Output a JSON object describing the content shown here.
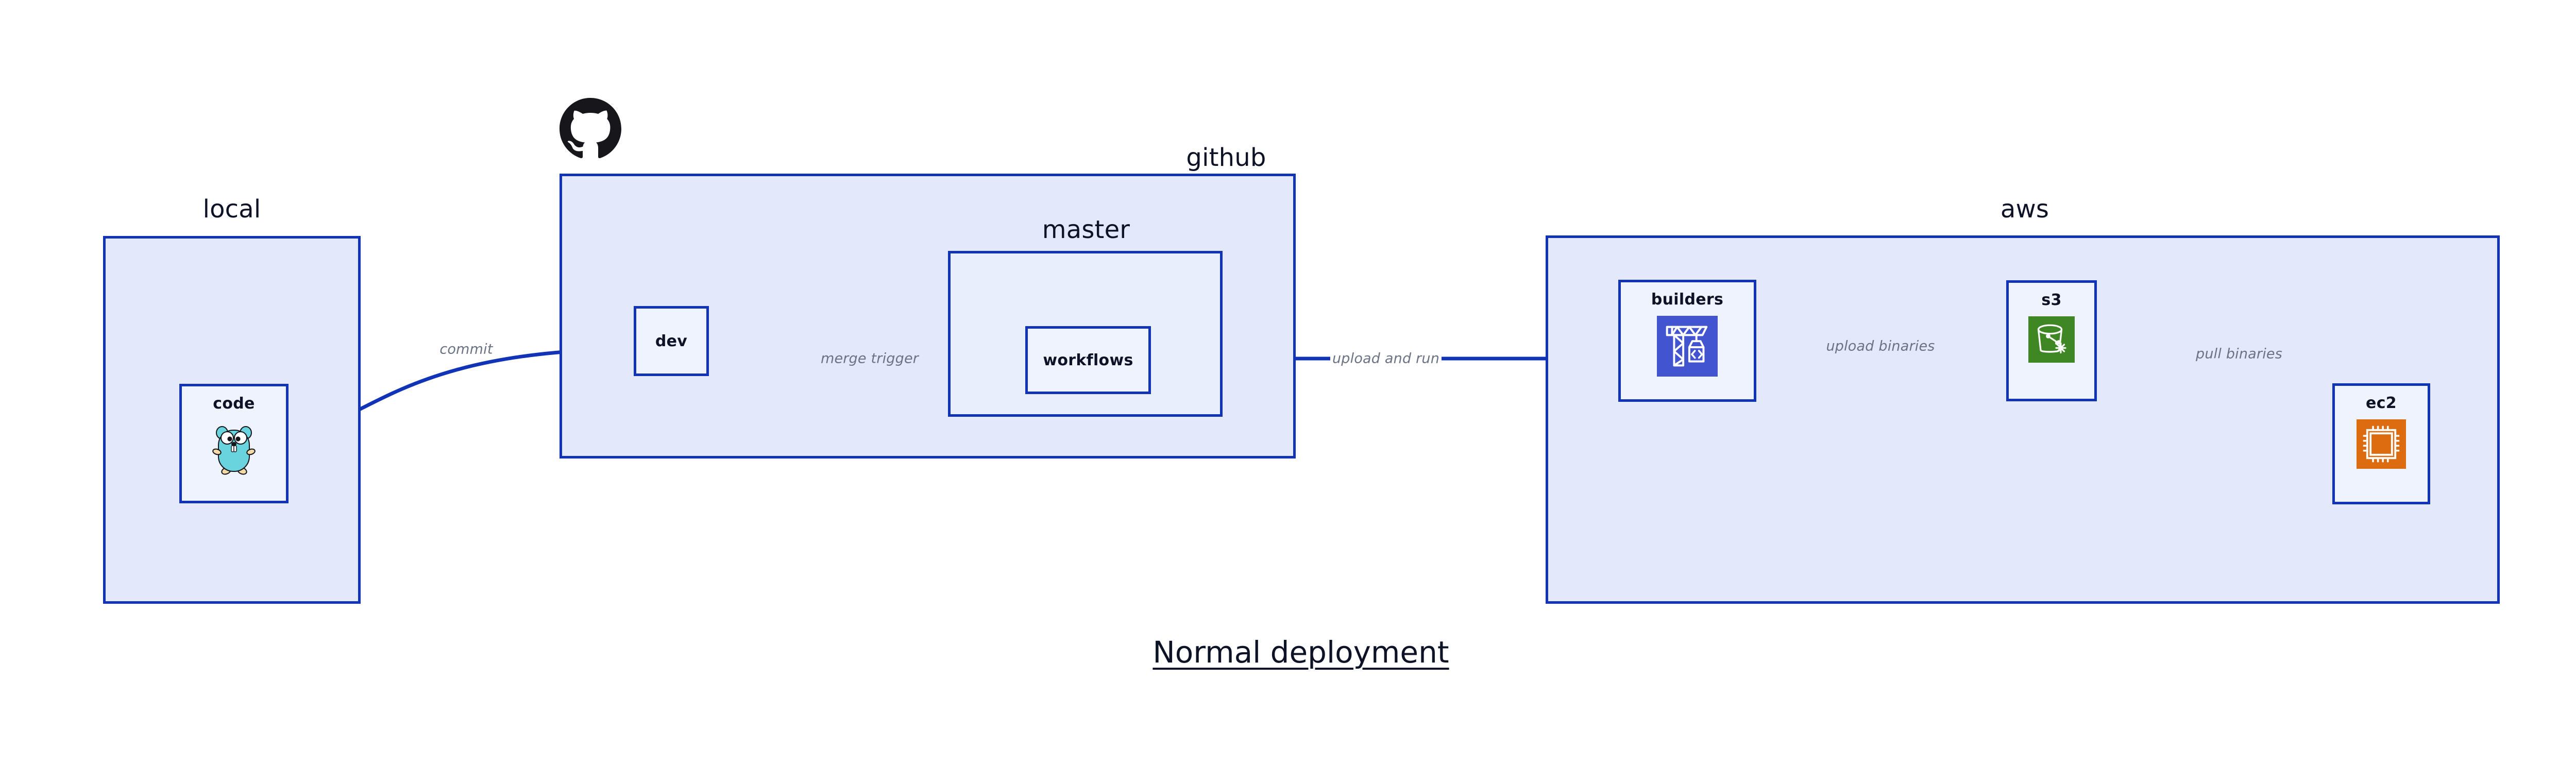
{
  "diagram": {
    "title": "Normal deployment",
    "groups": [
      {
        "id": "local",
        "label": "local"
      },
      {
        "id": "github",
        "label": "github",
        "logo": "github-octocat-logo"
      },
      {
        "id": "aws",
        "label": "aws"
      }
    ],
    "subgroups": [
      {
        "id": "master",
        "label": "master",
        "parent": "github"
      }
    ],
    "nodes": [
      {
        "id": "code",
        "label": "code",
        "parent": "local",
        "icon": "go-gopher-icon"
      },
      {
        "id": "dev",
        "label": "dev",
        "parent": "github",
        "icon": "none"
      },
      {
        "id": "workflows",
        "label": "workflows",
        "parent": "master",
        "icon": "none"
      },
      {
        "id": "builders",
        "label": "builders",
        "parent": "aws",
        "icon": "aws-codebuild-crane-icon"
      },
      {
        "id": "s3",
        "label": "s3",
        "parent": "aws",
        "icon": "aws-s3-bucket-icon"
      },
      {
        "id": "ec2",
        "label": "ec2",
        "parent": "aws",
        "icon": "aws-ec2-chip-icon"
      }
    ],
    "edges": [
      {
        "id": "commit",
        "label": "commit",
        "from": "code",
        "to": "dev",
        "shape": "curved"
      },
      {
        "id": "merge-trigger",
        "label": "merge trigger",
        "from": "dev",
        "to": "workflows",
        "shape": "straight"
      },
      {
        "id": "upload-and-run",
        "label": "upload and run",
        "from": "workflows",
        "to": "builders",
        "shape": "straight"
      },
      {
        "id": "upload-binaries",
        "label": "upload binaries",
        "from": "builders",
        "to": "s3",
        "shape": "straight"
      },
      {
        "id": "pull-binaries",
        "label": "pull binaries",
        "from": "s3",
        "to": "ec2",
        "shape": "curved"
      }
    ],
    "colors": {
      "group_fill": "#e3e8fa",
      "group_border": "#1133b6",
      "node_fill": "#eff3fd",
      "edge": "#1133b6",
      "edge_label": "#6a7283",
      "title": "#0d1226",
      "codebuild": "#4254d0",
      "s3": "#3f8624",
      "ec2": "#dd6c11",
      "gopher": "#69d4dd"
    }
  }
}
